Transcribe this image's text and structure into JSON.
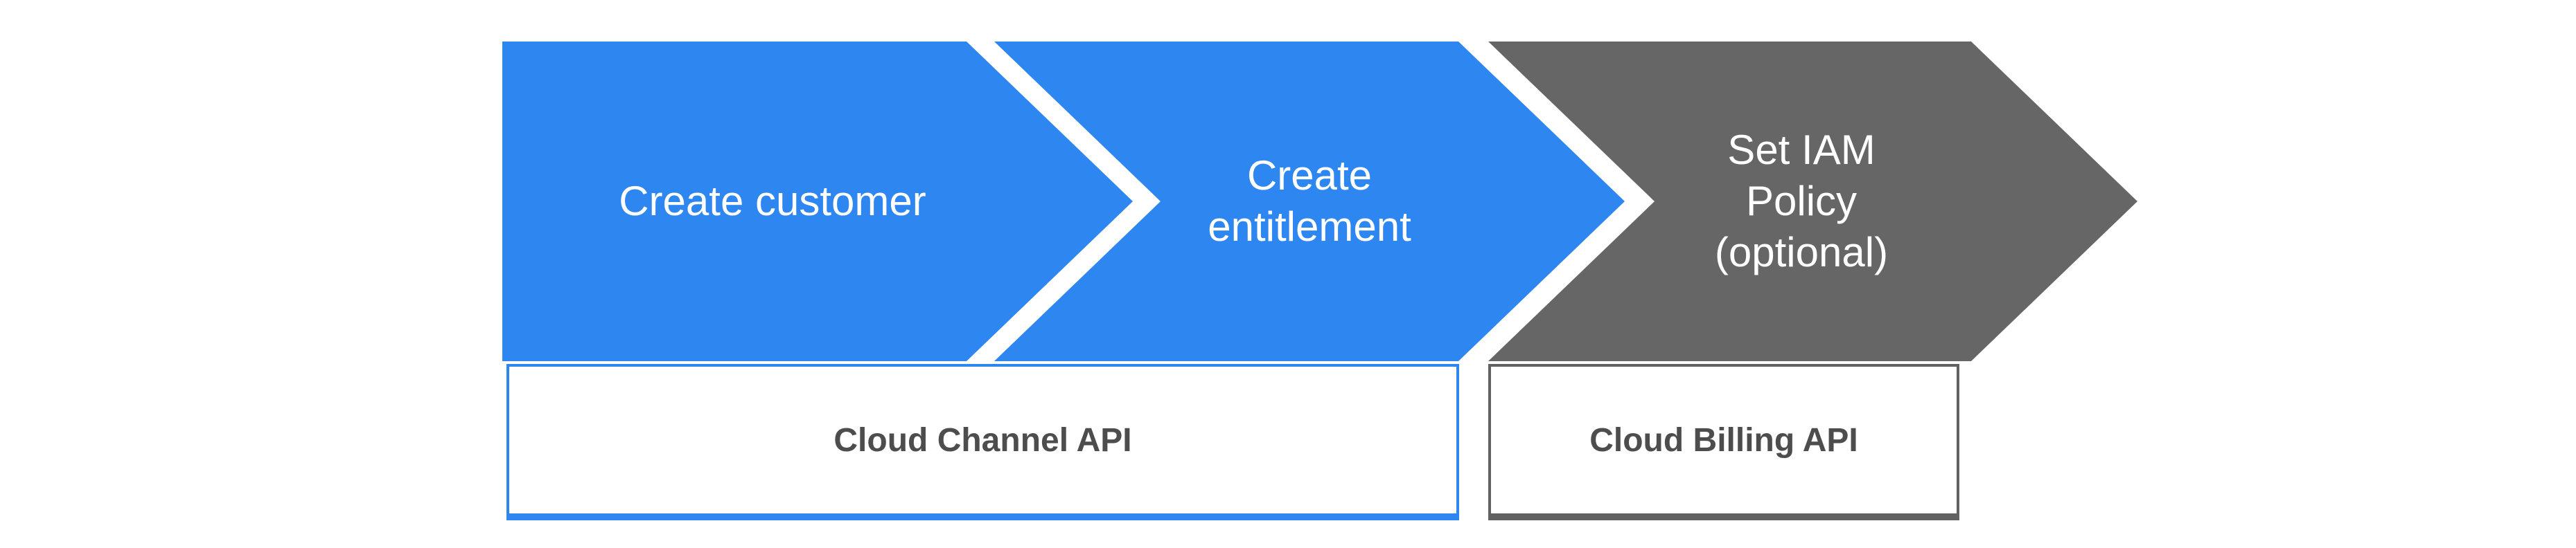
{
  "steps": [
    {
      "id": "create-customer",
      "lines": [
        "Create customer"
      ],
      "fill": "#2e86f0",
      "text_color": "#ffffff"
    },
    {
      "id": "create-entitlement",
      "lines": [
        "Create",
        "entitlement"
      ],
      "fill": "#2e86f0",
      "text_color": "#ffffff"
    },
    {
      "id": "set-iam-policy",
      "lines": [
        "Set IAM",
        "Policy",
        "(optional)"
      ],
      "fill": "#666666",
      "text_color": "#ffffff"
    }
  ],
  "apis": [
    {
      "id": "cloud-channel-api",
      "label": "Cloud Channel API",
      "border_color": "#2e86f0",
      "text_color": "#4d4d4d"
    },
    {
      "id": "cloud-billing-api",
      "label": "Cloud Billing API",
      "border_color": "#616161",
      "text_color": "#4d4d4d"
    }
  ],
  "colors": {
    "background": "#ffffff",
    "blue": "#2e86f0",
    "gray": "#666666",
    "separator": "#ffffff",
    "box_text": "#4d4d4d"
  }
}
